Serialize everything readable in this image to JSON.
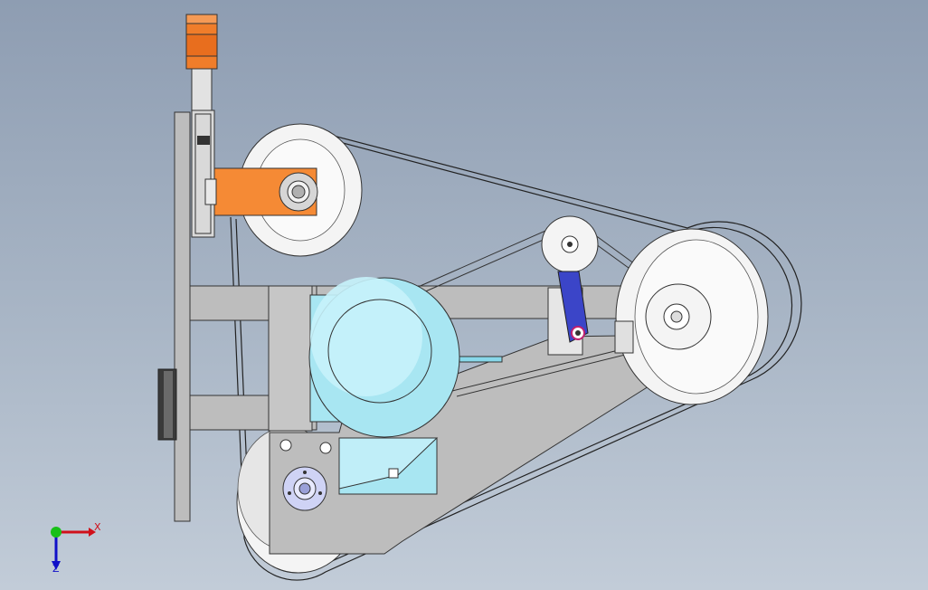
{
  "viewport": {
    "background_top": "#8e9db2",
    "background_bottom": "#c2ccd8"
  },
  "model": {
    "parts": [
      "servo-motor",
      "linear-slide",
      "motor-mount-bracket",
      "idler-wheel-upper",
      "tension-pulley",
      "tension-arm",
      "drive-wheel-right",
      "drive-hub",
      "main-frame-arm",
      "electric-motor",
      "shaft-flange",
      "bottom-contact-wheel",
      "abrasive-belt",
      "base-plate"
    ],
    "colors": {
      "part_gray": "#bdbdbd",
      "motor_cyan": "#a8e6f2",
      "servo_orange": "#f07d2a",
      "bracket_orange": "#f58a35",
      "arm_blue": "#3b45c8",
      "wheel_white": "#f4f4f4",
      "flange_lavender": "#cfd3f5"
    }
  },
  "triad": {
    "x_label": "X",
    "z_label": "Z",
    "x_color": "#d0101a",
    "y_color": "#18c018",
    "z_color": "#1010c8"
  }
}
